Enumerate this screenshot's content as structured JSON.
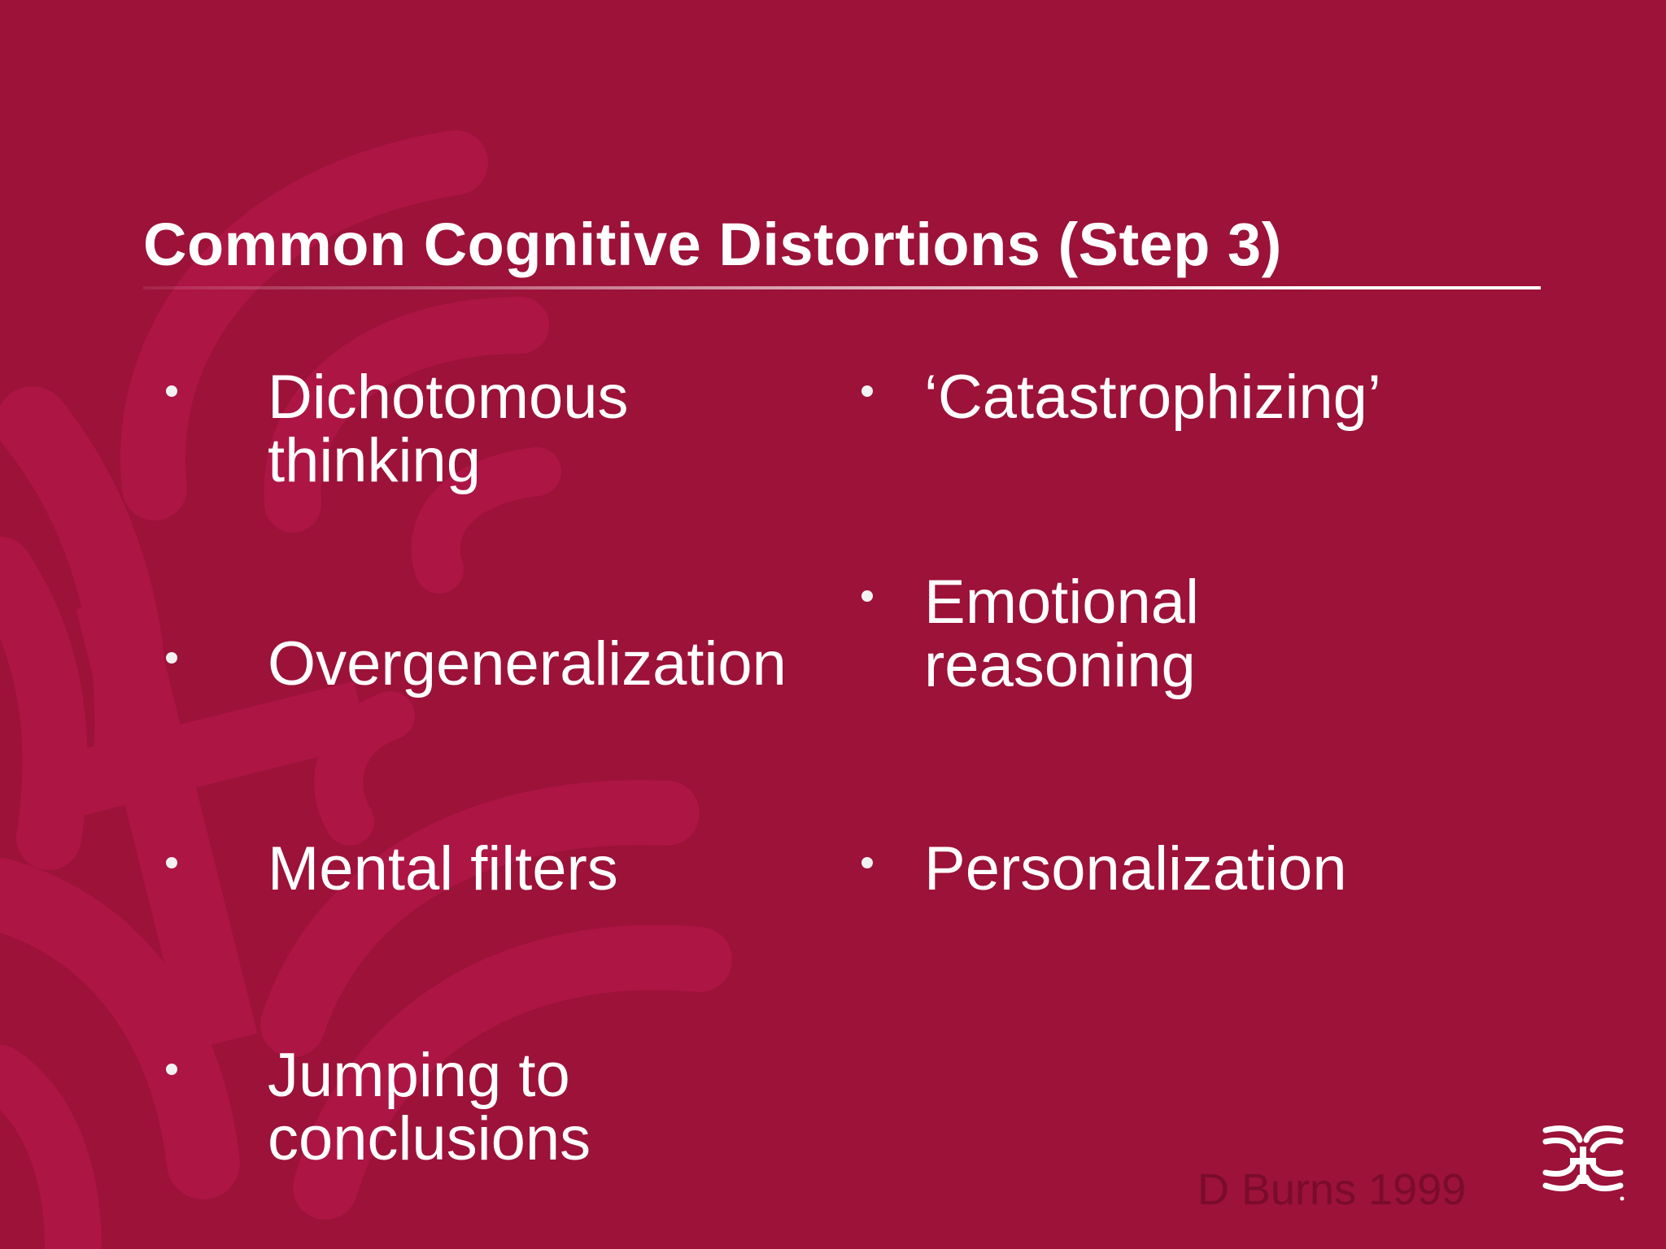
{
  "slide": {
    "title": "Common Cognitive Distortions (Step 3)",
    "left_items": [
      {
        "line1": "Dichotomous",
        "line2": "thinking"
      },
      {
        "line1": "Overgeneralization",
        "line2": ""
      },
      {
        "line1": "Mental filters",
        "line2": ""
      },
      {
        "line1": "Jumping to",
        "line2": "conclusions"
      }
    ],
    "right_items": [
      {
        "line1": "‘Catastrophizing’",
        "line2": ""
      },
      {
        "line1": "Emotional",
        "line2": "reasoning"
      },
      {
        "line1": "Personalization",
        "line2": ""
      }
    ],
    "credit": "D Burns 1999"
  },
  "colors": {
    "background": "#9c1239",
    "watermark": "#ad1545",
    "text": "#ffffff",
    "credit": "#7a0c2b"
  },
  "icons": {
    "watermark": "swirl-cross-watermark-icon",
    "logo": "organization-logo-icon"
  }
}
